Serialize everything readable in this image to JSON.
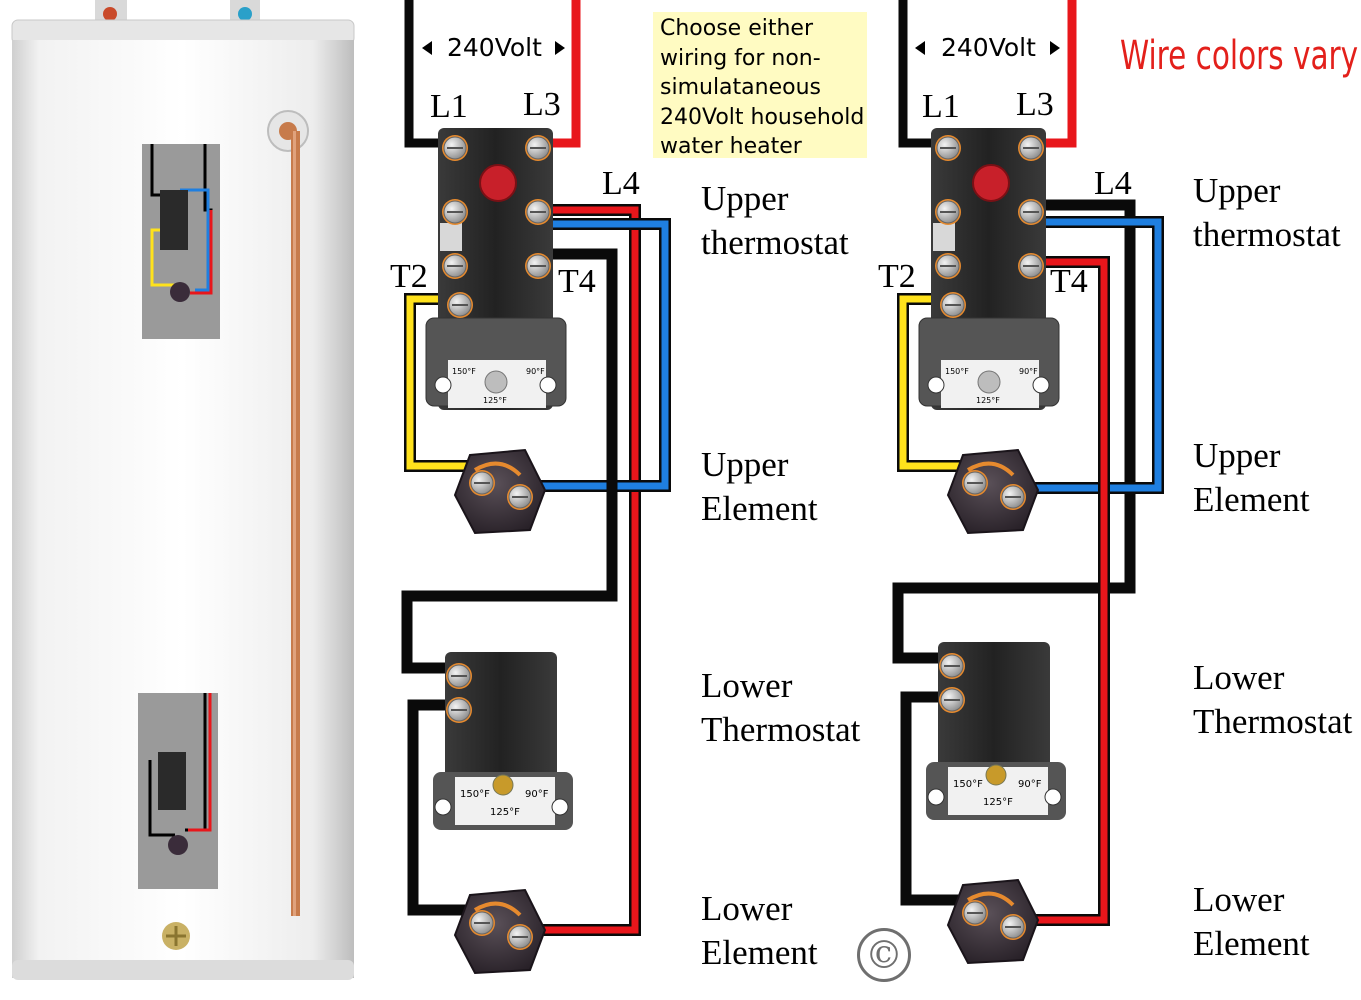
{
  "colors": {
    "black_wire": "#0a0a0a",
    "red_wire": "#e8161b",
    "blue_wire": "#1f7fe0",
    "yellow_wire": "#ffe21c",
    "tank_body": "#f4f4f4",
    "copper_pipe": "#c77b4b",
    "note_background": "#fffbc2",
    "warning_text": "#e3201b"
  },
  "icons": {
    "tank": "water-heater-tank-icon",
    "thermostat": "thermostat-icon",
    "element": "heating-element-icon",
    "copyright": "copyright-icon"
  },
  "note": {
    "lines": [
      "Choose either",
      "wiring for non-",
      "simulataneous",
      "240Volt household",
      "water heater"
    ]
  },
  "warning": "Wire colors vary",
  "copyright_symbol": "©",
  "diagrams": [
    {
      "voltage_label": "240Volt",
      "terminals": {
        "l1": "L1",
        "l3": "L3",
        "l4": "L4",
        "t2": "T2",
        "t4": "T4"
      },
      "components": {
        "upper_thermostat": [
          "Upper",
          "thermostat"
        ],
        "upper_element": [
          "Upper",
          "Element"
        ],
        "lower_thermostat": [
          "Lower",
          "Thermostat"
        ],
        "lower_element": [
          "Lower",
          "Element"
        ]
      }
    },
    {
      "voltage_label": "240Volt",
      "terminals": {
        "l1": "L1",
        "l3": "L3",
        "l4": "L4",
        "t2": "T2",
        "t4": "T4"
      },
      "components": {
        "upper_thermostat": [
          "Upper",
          "thermostat"
        ],
        "upper_element": [
          "Upper",
          "Element"
        ],
        "lower_thermostat": [
          "Lower",
          "Thermostat"
        ],
        "lower_element": [
          "Lower",
          "Element"
        ]
      }
    }
  ],
  "thermostat_dial": {
    "left": "150°F",
    "middle": "125°F",
    "right": "90°F"
  }
}
